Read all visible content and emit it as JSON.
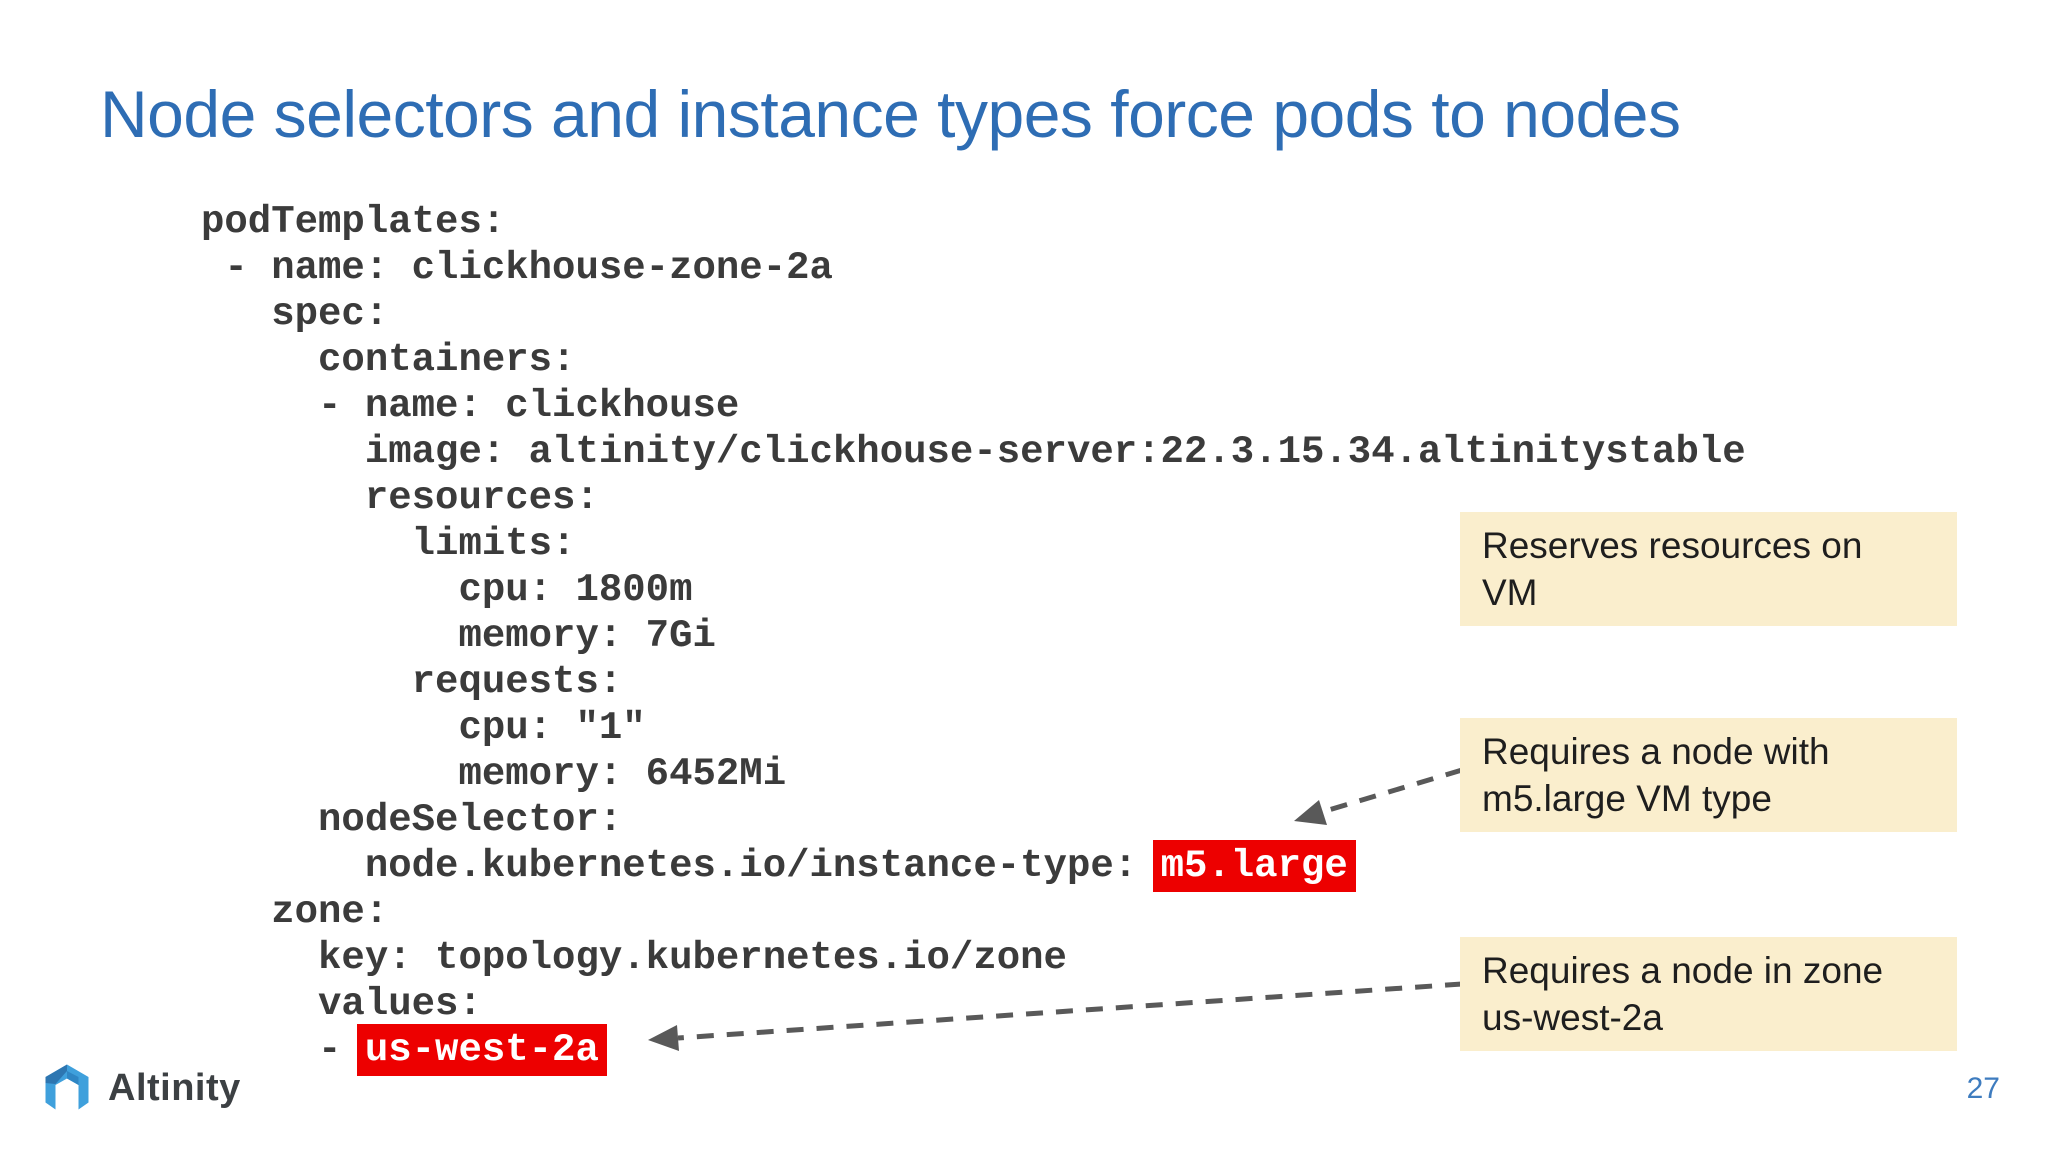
{
  "slide": {
    "title": "Node selectors and instance types force pods to nodes",
    "page_number": "27"
  },
  "code": {
    "language": "yaml",
    "lines": [
      [
        {
          "t": "podTemplates:"
        }
      ],
      [
        {
          "t": " - name: clickhouse-zone-2a"
        }
      ],
      [
        {
          "t": "   spec:"
        }
      ],
      [
        {
          "t": "     containers:"
        }
      ],
      [
        {
          "t": "     - name: clickhouse"
        }
      ],
      [
        {
          "t": "       image: altinity/clickhouse-server:22.3.15.34.altinitystable"
        }
      ],
      [
        {
          "t": "       resources:"
        }
      ],
      [
        {
          "t": "         limits:"
        }
      ],
      [
        {
          "t": "           cpu: 1800m"
        }
      ],
      [
        {
          "t": "           memory: 7Gi"
        }
      ],
      [
        {
          "t": "         requests:"
        }
      ],
      [
        {
          "t": "           cpu: \"1\""
        }
      ],
      [
        {
          "t": "           memory: 6452Mi"
        }
      ],
      [
        {
          "t": "     nodeSelector:"
        }
      ],
      [
        {
          "t": "       node.kubernetes.io/instance-type: "
        },
        {
          "t": "m5.large",
          "hl": true,
          "name": "instance-type-highlight"
        }
      ],
      [
        {
          "t": "   zone:"
        }
      ],
      [
        {
          "t": "     key: topology.kubernetes.io/zone"
        }
      ],
      [
        {
          "t": "     values:"
        }
      ],
      [
        {
          "t": "     - "
        },
        {
          "t": "us-west-2a",
          "hl": true,
          "name": "zone-highlight"
        }
      ]
    ]
  },
  "callouts": [
    {
      "text": "Reserves resources on\nVM"
    },
    {
      "text": "Requires a node with\nm5.large VM type"
    },
    {
      "text": "Requires a node in zone\nus-west-2a"
    }
  ],
  "footer": {
    "logo_text": "Altinity"
  },
  "colors": {
    "title_blue": "#2E6DB4",
    "code_gray": "#3B3B3B",
    "highlight_red": "#ED0000",
    "callout_yellow": "#FAEECD",
    "arrow_gray": "#595959",
    "page_number_blue": "#3E7CBF",
    "logo_light_blue": "#3FA0DC",
    "logo_dark_blue": "#2A6FA9"
  }
}
